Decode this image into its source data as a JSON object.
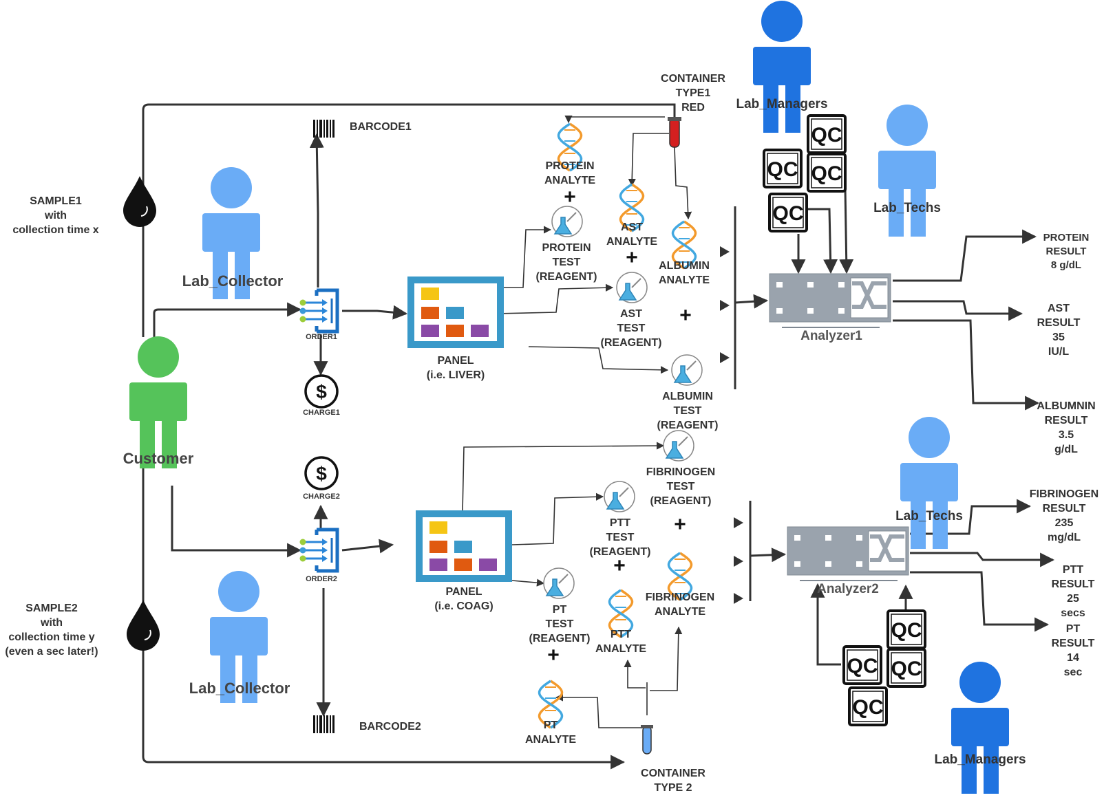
{
  "samples": {
    "sample1": "SAMPLE1\nwith\ncollection time x",
    "sample2": "SAMPLE2\nwith\ncollection time y\n(even a sec later!)"
  },
  "actors": {
    "customer": "Customer",
    "lab_collector_top": "Lab_Collector",
    "lab_collector_bottom": "Lab_Collector",
    "lab_managers_top": "Lab_Managers",
    "lab_managers_bottom": "Lab_Managers",
    "lab_techs_top": "Lab_Techs",
    "lab_techs_bottom": "Lab_Techs"
  },
  "orders": {
    "order1": "ORDER1",
    "order2": "ORDER2",
    "charge1": "CHARGE1",
    "charge2": "CHARGE2",
    "barcode1": "BARCODE1",
    "barcode2": "BARCODE2"
  },
  "panels": {
    "liver": "PANEL\n(i.e. LIVER)",
    "coag": "PANEL\n(i.e. COAG)"
  },
  "containers": {
    "type1": "CONTAINER\nTYPE1\nRED",
    "type2": "CONTAINER\nTYPE 2"
  },
  "analytes": {
    "protein": "PROTEIN\nANALYTE",
    "ast": "AST\nANALYTE",
    "albumin": "ALBUMIN\nANALYTE",
    "fibrinogen": "FIBRINOGEN\nANALYTE",
    "ptt": "PTT\nANALYTE",
    "pt": "PT\nANALYTE"
  },
  "tests": {
    "protein": "PROTEIN\nTEST\n(REAGENT)",
    "ast": "AST\nTEST\n(REAGENT)",
    "albumin": "ALBUMIN\nTEST\n(REAGENT)",
    "fibrinogen": "FIBRINOGEN\nTEST\n(REAGENT)",
    "ptt": "PTT\nTEST\n(REAGENT)",
    "pt": "PT\nTEST\n(REAGENT)"
  },
  "plus": "+",
  "qc": "QC",
  "analyzers": {
    "a1": "Analyzer1",
    "a2": "Analyzer2"
  },
  "results": {
    "protein": "PROTEIN\nRESULT\n8 g/dL",
    "ast": "AST\nRESULT\n35\nIU/L",
    "albumin": "ALBUMNIN\nRESULT\n3.5\ng/dL",
    "fibrinogen": "FIBRINOGEN\nRESULT\n235\nmg/dL",
    "ptt": "PTT\nRESULT\n25\nsecs",
    "pt": "PT\nRESULT\n14\nsec"
  },
  "colors": {
    "customer": "#55c35a",
    "lab_light": "#6aacf6",
    "lab_dark": "#1f73e0",
    "panel_frame": "#3a99c9",
    "analyzer": "#9aa3ad",
    "container_red": "#d42020",
    "container_blue": "#3f8ed8",
    "dna_orange": "#f39a2c",
    "dna_blue": "#42a8e0",
    "line": "#333333"
  }
}
